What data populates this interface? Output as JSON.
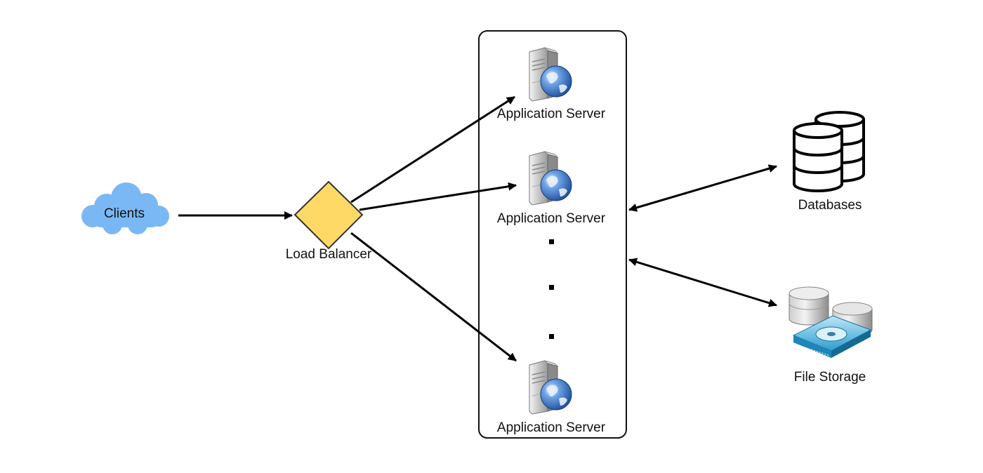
{
  "nodes": {
    "clients": {
      "label": "Clients",
      "icon": "cloud-icon",
      "color": "#7ab8f5"
    },
    "load_balancer": {
      "label": "Load Balancer",
      "icon": "diamond-icon",
      "color": "#ffd966"
    },
    "app_servers": [
      {
        "label": "Application Server",
        "icon": "web-server-icon"
      },
      {
        "label": "Application Server",
        "icon": "web-server-icon"
      },
      {
        "label": "Application Server",
        "icon": "web-server-icon"
      }
    ],
    "databases": {
      "label": "Databases",
      "icon": "database-stack-icon"
    },
    "file_storage": {
      "label": "File Storage",
      "icon": "file-storage-icon"
    }
  },
  "edges": [
    {
      "from": "clients",
      "to": "load_balancer",
      "direction": "one-way"
    },
    {
      "from": "load_balancer",
      "to": "app_servers.0",
      "direction": "one-way"
    },
    {
      "from": "load_balancer",
      "to": "app_servers.1",
      "direction": "one-way"
    },
    {
      "from": "load_balancer",
      "to": "app_servers.2",
      "direction": "one-way"
    },
    {
      "from": "app_servers",
      "to": "databases",
      "direction": "two-way"
    },
    {
      "from": "app_servers",
      "to": "file_storage",
      "direction": "two-way"
    }
  ]
}
